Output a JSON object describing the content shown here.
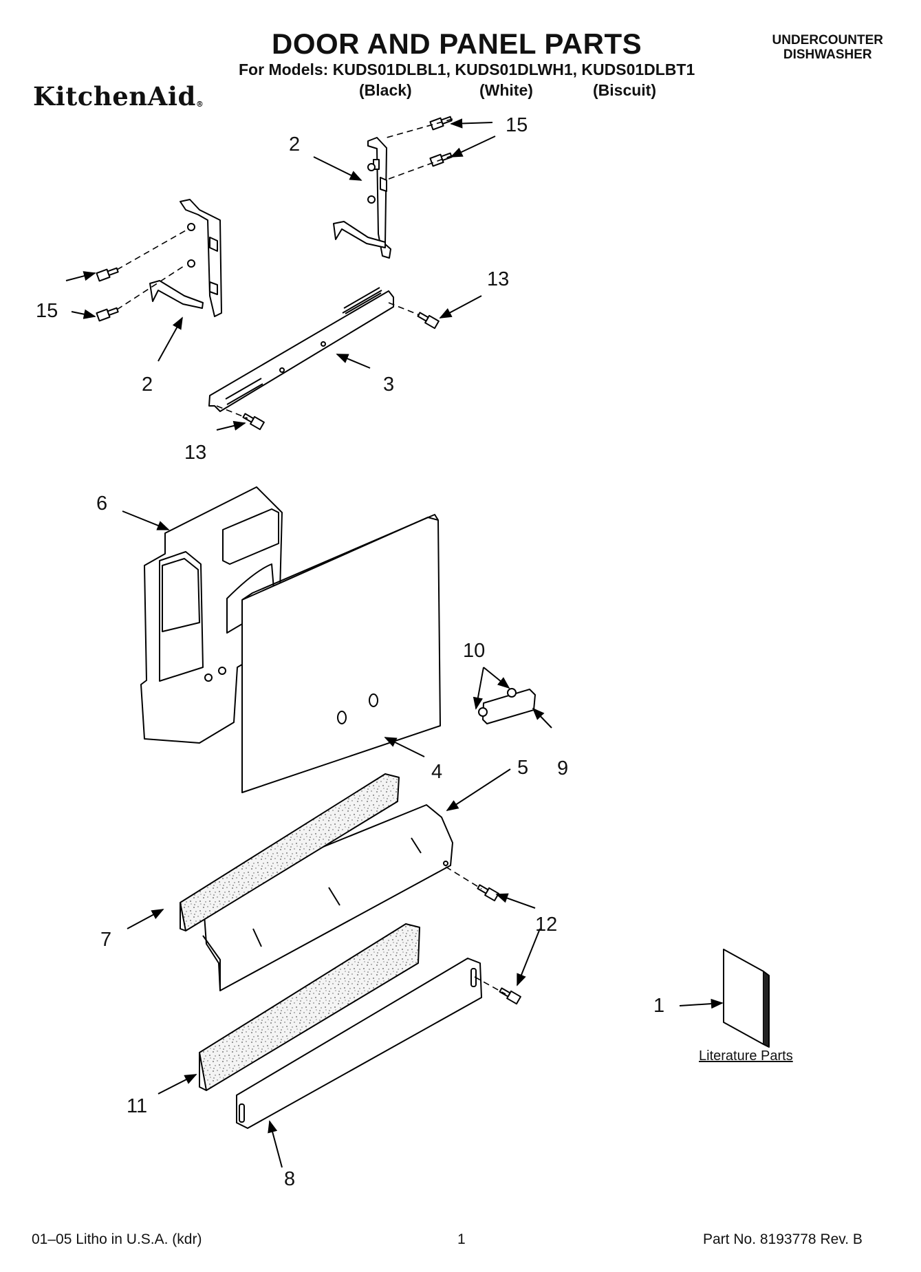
{
  "header": {
    "title": "DOOR AND PANEL PARTS",
    "models_line": "For Models: KUDS01DLBL1, KUDS01DLWH1, KUDS01DLBT1",
    "variants": [
      "(Black)",
      "(White)",
      "(Biscuit)"
    ],
    "category_line1": "UNDERCOUNTER",
    "category_line2": "DISHWASHER",
    "brand": "KitchenAid"
  },
  "callouts": {
    "c15_top": "15",
    "c2_top": "2",
    "c15_left": "15",
    "c2_left": "2",
    "c13_top": "13",
    "c3": "3",
    "c13_bottom": "13",
    "c6": "6",
    "c10": "10",
    "c4": "4",
    "c5": "5",
    "c9": "9",
    "c7": "7",
    "c12": "12",
    "c1": "1",
    "c11": "11",
    "c8": "8"
  },
  "literature_label": "Literature Parts",
  "footer": {
    "left": "01–05 Litho in U.S.A. (kdr)",
    "center": "1",
    "right": "Part No. 8193778 Rev. B"
  }
}
